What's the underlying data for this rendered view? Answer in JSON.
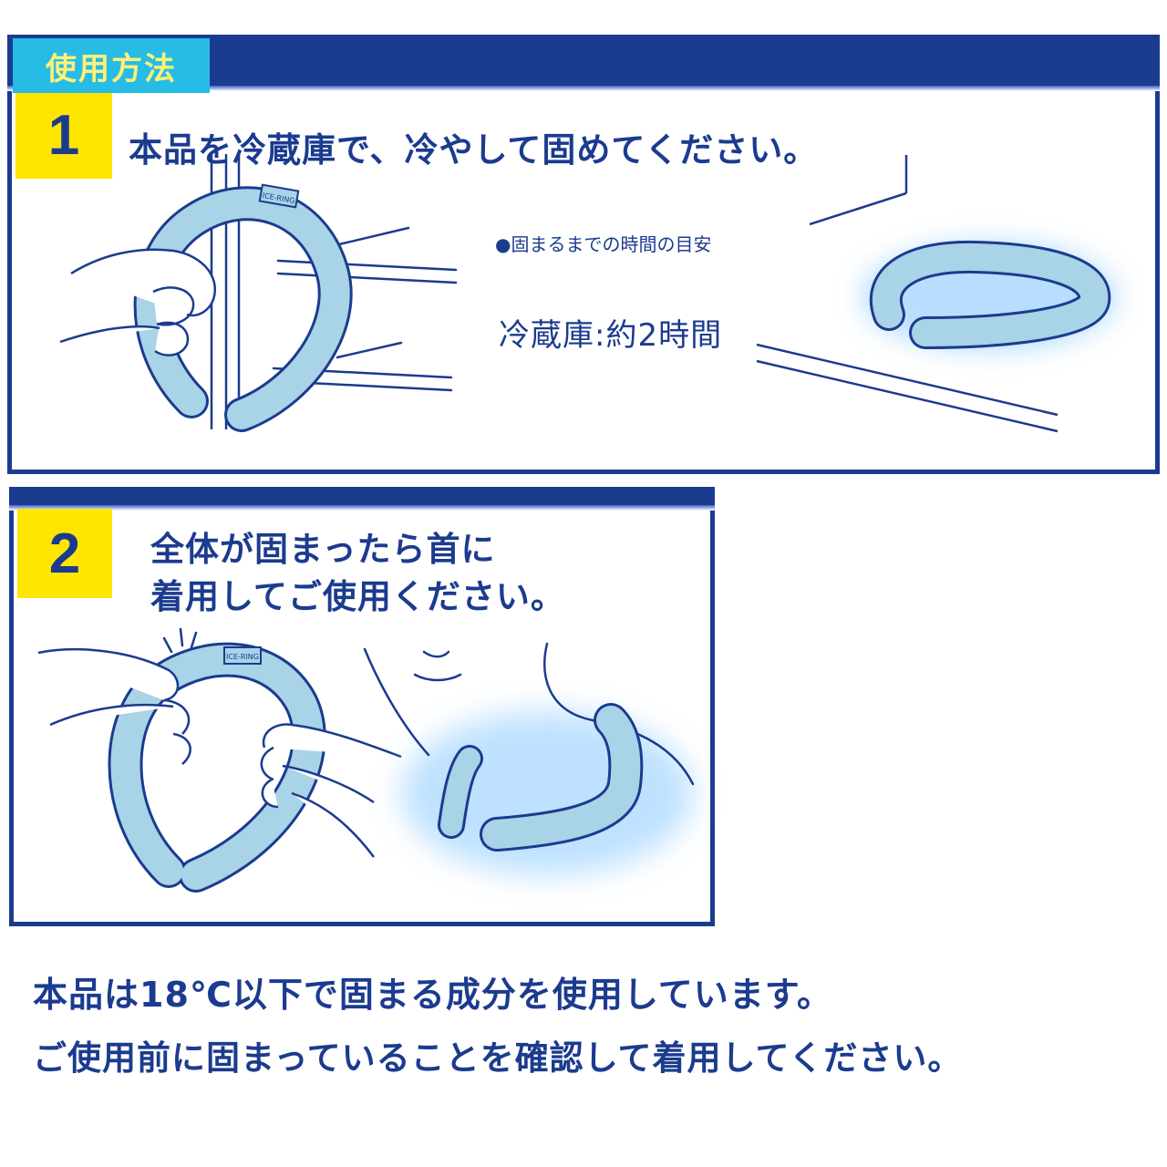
{
  "section_title": "使用方法",
  "step1": {
    "number": "1",
    "text": "本品を冷蔵庫で、冷やして固めてください。",
    "guide_label": "●固まるまでの時間の目安",
    "guide_value": "冷蔵庫:約2時間",
    "product_tag": "ICE-RING"
  },
  "step2": {
    "number": "2",
    "line1": "全体が固まったら首に",
    "line2": "着用してご使用ください。",
    "product_tag": "ICE-RING"
  },
  "notes": {
    "line1": "本品は18℃以下で固まる成分を使用しています。",
    "line2": "ご使用前に固まっていることを確認して着用してください。"
  },
  "colors": {
    "navy": "#1b3b8f",
    "badge_yellow": "#ffe600",
    "title_tab": "#27bce6",
    "ring_fill": "#a9d3e6",
    "glow": "#7fc4ff"
  },
  "icons": [
    "hand-icon",
    "ice-ring-icon",
    "fridge-shelf-icon",
    "neck-icon",
    "glow-icon"
  ]
}
